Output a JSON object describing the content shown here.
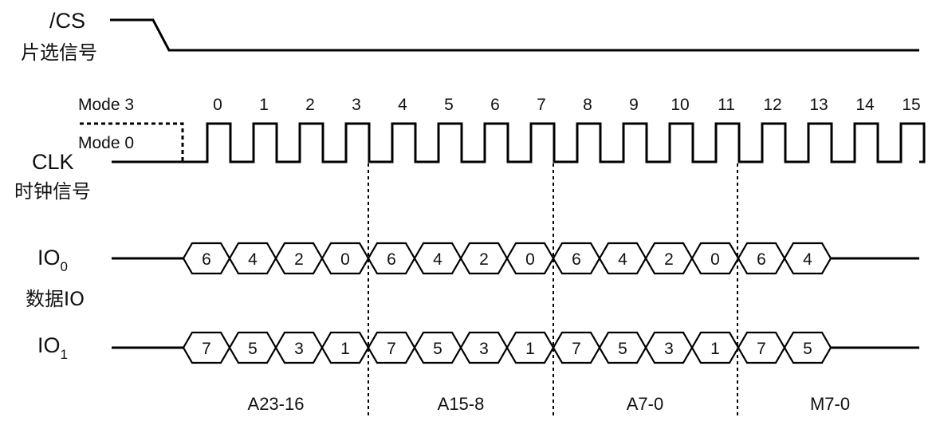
{
  "signals": {
    "cs": {
      "name": "/CS",
      "cn": "片选信号"
    },
    "clk": {
      "name": "CLK",
      "cn": "时钟信号",
      "mode3": "Mode 3",
      "mode0": "Mode 0"
    },
    "io0": {
      "name": "IO",
      "sub": "0"
    },
    "io1": {
      "name": "IO",
      "sub": "1"
    },
    "data_cn": "数据IO"
  },
  "clock_ticks": [
    "0",
    "1",
    "2",
    "3",
    "4",
    "5",
    "6",
    "7",
    "8",
    "9",
    "10",
    "11",
    "12",
    "13",
    "14",
    "15"
  ],
  "io0_bits": [
    "6",
    "4",
    "2",
    "0",
    "6",
    "4",
    "2",
    "0",
    "6",
    "4",
    "2",
    "0",
    "6",
    "4"
  ],
  "io1_bits": [
    "7",
    "5",
    "3",
    "1",
    "7",
    "5",
    "3",
    "1",
    "7",
    "5",
    "3",
    "1",
    "7",
    "5"
  ],
  "groups": [
    "A23-16",
    "A15-8",
    "A7-0",
    "M7-0"
  ],
  "colors": {
    "line": "#000000",
    "background": "#ffffff"
  }
}
